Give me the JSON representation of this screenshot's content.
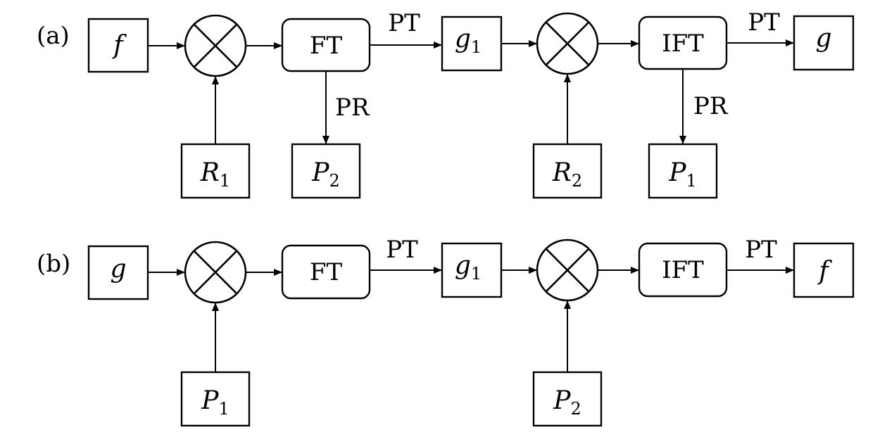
{
  "diagram_a": {
    "label": "(a)",
    "input": "f",
    "mixer1_key": {
      "symbol": "R",
      "subscript": "1"
    },
    "ft_block": "FT",
    "ft_phase_truncation": "PT",
    "ft_phase_reserve": "PR",
    "ft_reserved_key": {
      "symbol": "P",
      "subscript": "2"
    },
    "intermediate": {
      "symbol": "g",
      "subscript": "1"
    },
    "mixer2_key": {
      "symbol": "R",
      "subscript": "2"
    },
    "ift_block": "IFT",
    "ift_phase_truncation": "PT",
    "ift_phase_reserve": "PR",
    "ift_reserved_key": {
      "symbol": "P",
      "subscript": "1"
    },
    "output": "g"
  },
  "diagram_b": {
    "label": "(b)",
    "input": "g",
    "mixer1_key": {
      "symbol": "P",
      "subscript": "1"
    },
    "ft_block": "FT",
    "ft_phase_truncation": "PT",
    "intermediate": {
      "symbol": "g",
      "subscript": "1"
    },
    "mixer2_key": {
      "symbol": "P",
      "subscript": "2"
    },
    "ift_block": "IFT",
    "ift_phase_truncation": "PT",
    "output": "f"
  }
}
